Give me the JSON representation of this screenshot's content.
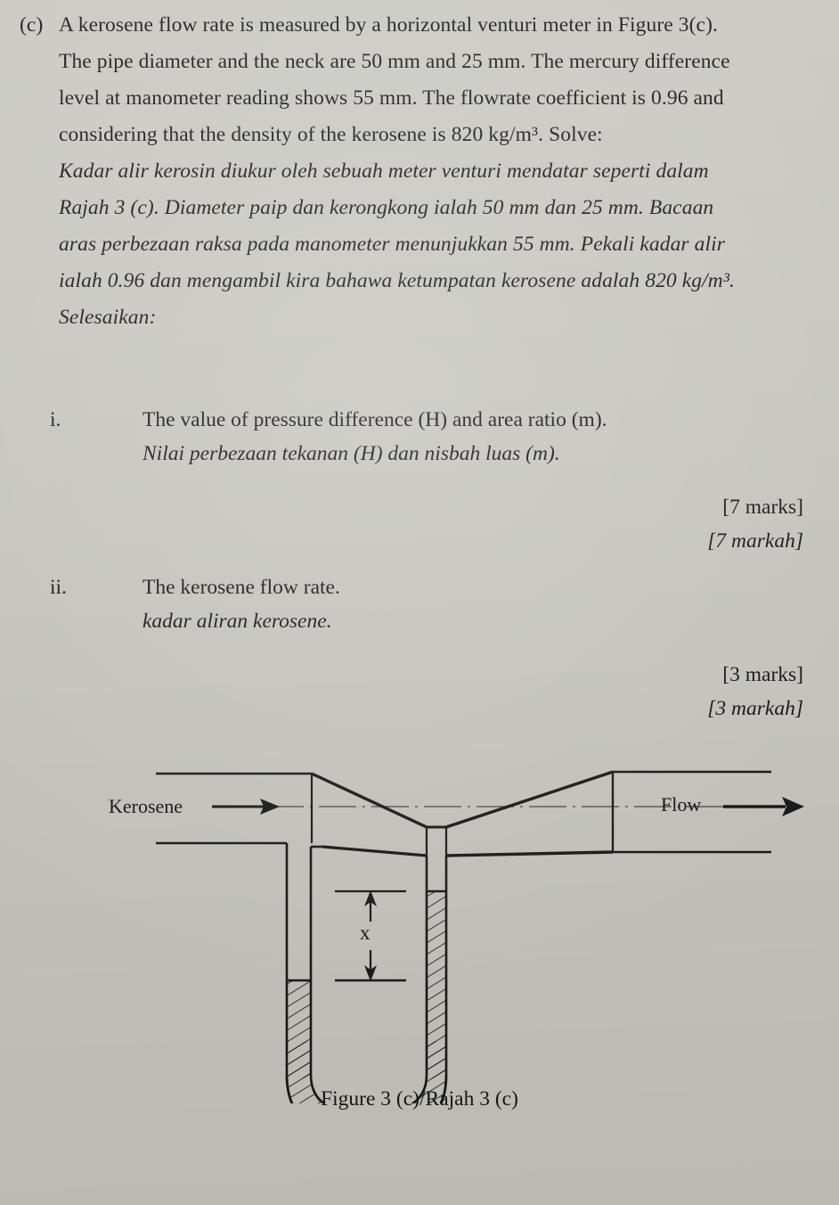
{
  "question": {
    "label": "(c)",
    "english": [
      "A kerosene flow rate is measured by a horizontal venturi meter in Figure 3(c).",
      "The pipe diameter and the neck are 50 mm and 25 mm. The mercury difference",
      "level at manometer reading shows 55 mm. The flowrate coefficient is 0.96 and",
      "considering that the density of the kerosene is 820 kg/m³. Solve:"
    ],
    "malay": [
      "Kadar alir kerosin diukur oleh sebuah meter venturi mendatar seperti dalam",
      "Rajah 3 (c). Diameter paip dan kerongkong ialah 50 mm dan 25 mm. Bacaan",
      "aras perbezaan raksa pada manometer menunjukkan 55 mm. Pekali kadar alir",
      "ialah 0.96 dan mengambil kira bahawa ketumpatan kerosene adalah 820 kg/m³.",
      "Selesaikan:"
    ]
  },
  "subquestions": [
    {
      "roman": "i.",
      "english": "The value of pressure difference (H) and area ratio (m).",
      "malay": "Nilai perbezaan tekanan (H) dan nisbah luas (m).",
      "marks_en": "[7 marks]",
      "marks_my": "[7 markah]"
    },
    {
      "roman": "ii.",
      "english": "The kerosene flow rate.",
      "malay": "kadar aliran kerosene.",
      "marks_en": "[3 marks]",
      "marks_my": "[3 markah]"
    }
  ],
  "figure": {
    "caption": "Figure 3 (c)/Rajah 3 (c)",
    "inlet_label": "Kerosene",
    "outlet_label": "Flow",
    "dimension_label": "x",
    "line_color": "#1a1a1a",
    "background_color": "#c9c8c1"
  }
}
